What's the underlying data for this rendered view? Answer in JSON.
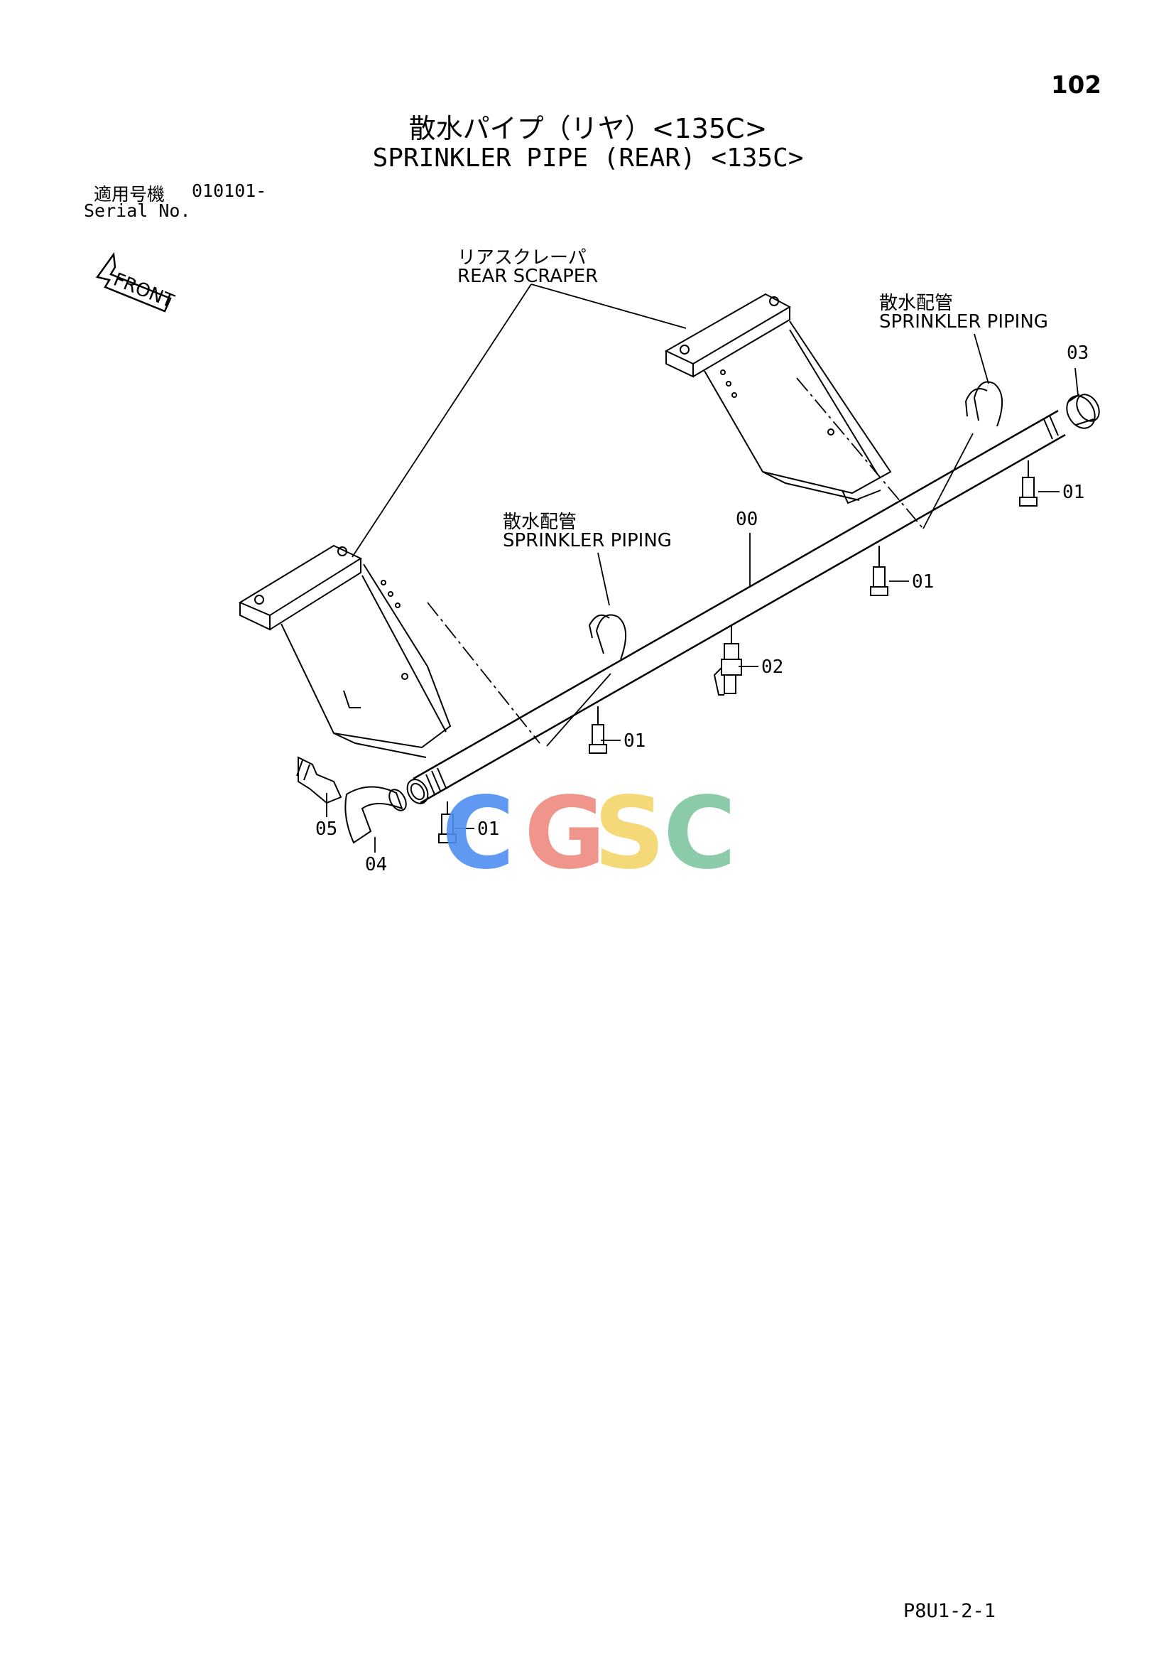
{
  "page": {
    "number": "102",
    "title_jp": "散水パイプ（リヤ）<135C>",
    "title_en": "SPRINKLER PIPE (REAR) <135C>",
    "serial_label_jp": "適用号機",
    "serial_label_en": "Serial No.",
    "serial_value": "010101-",
    "footer_code": "P8U1-2-1"
  },
  "front_arrow": {
    "label": "FRONT"
  },
  "callouts": {
    "rear_scraper_jp": "リアスクレーパ",
    "rear_scraper_en": "REAR SCRAPER",
    "sprinkler_piping_right_jp": "散水配管",
    "sprinkler_piping_right_en": "SPRINKLER PIPING",
    "sprinkler_piping_left_jp": "散水配管",
    "sprinkler_piping_left_en": "SPRINKLER PIPING",
    "part_00": "00",
    "part_03": "03",
    "part_01_a": "01",
    "part_01_b": "01",
    "part_01_c": "01",
    "part_01_d": "01",
    "part_02": "02",
    "part_04": "04",
    "part_05": "05"
  },
  "watermark": {
    "letters": [
      "C",
      "G",
      "S",
      "C"
    ],
    "colors": [
      "#4f8ff0",
      "#ef8a80",
      "#f5d56a",
      "#7fc6a0"
    ]
  }
}
